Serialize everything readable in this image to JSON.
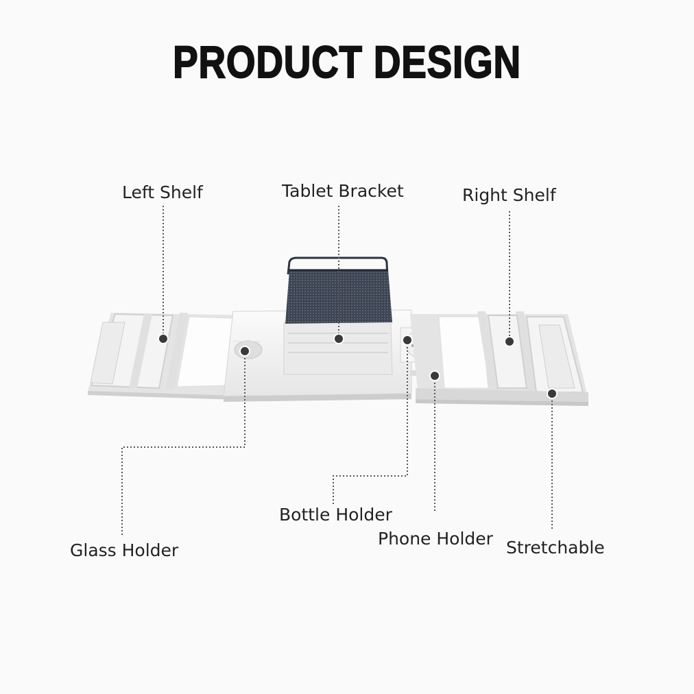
{
  "title": "PRODUCT DESIGN",
  "labels": {
    "left_shelf": "Left Shelf",
    "tablet_bracket": "Tablet Bracket",
    "right_shelf": "Right Shelf",
    "glass_holder": "Glass Holder",
    "bottle_holder": "Bottle Holder",
    "phone_holder": "Phone Holder",
    "stretchable": "Stretchable"
  },
  "colors": {
    "background": "#fafafa",
    "tray": "#f2f2f2",
    "tray_shadow": "#d6d6d6",
    "mesh": "#3d4452",
    "leader_line": "#555555",
    "marker_dot": "#3a3a3a"
  }
}
